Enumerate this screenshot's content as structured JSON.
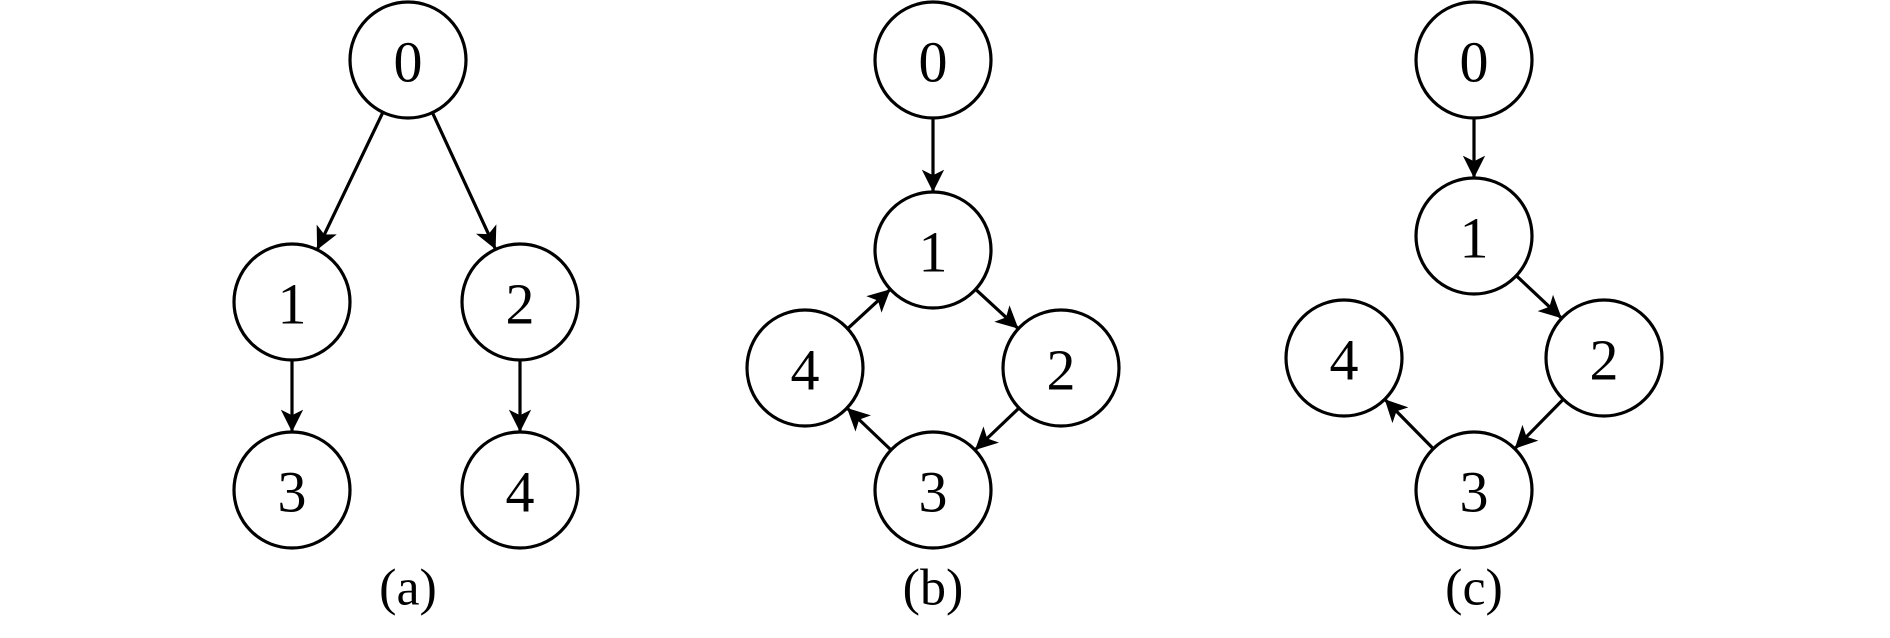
{
  "colors": {
    "stroke": "#000000",
    "fill": "#ffffff",
    "background": "#ffffff"
  },
  "panels": [
    {
      "id": "a",
      "caption": "(a)",
      "nodes": [
        {
          "id": "0",
          "label": "0"
        },
        {
          "id": "1",
          "label": "1"
        },
        {
          "id": "2",
          "label": "2"
        },
        {
          "id": "3",
          "label": "3"
        },
        {
          "id": "4",
          "label": "4"
        }
      ],
      "edges": [
        {
          "from": "0",
          "to": "1"
        },
        {
          "from": "0",
          "to": "2"
        },
        {
          "from": "1",
          "to": "3"
        },
        {
          "from": "2",
          "to": "4"
        }
      ]
    },
    {
      "id": "b",
      "caption": "(b)",
      "nodes": [
        {
          "id": "0",
          "label": "0"
        },
        {
          "id": "1",
          "label": "1"
        },
        {
          "id": "2",
          "label": "2"
        },
        {
          "id": "3",
          "label": "3"
        },
        {
          "id": "4",
          "label": "4"
        }
      ],
      "edges": [
        {
          "from": "0",
          "to": "1"
        },
        {
          "from": "1",
          "to": "2"
        },
        {
          "from": "2",
          "to": "3"
        },
        {
          "from": "3",
          "to": "4"
        },
        {
          "from": "4",
          "to": "1"
        }
      ]
    },
    {
      "id": "c",
      "caption": "(c)",
      "nodes": [
        {
          "id": "0",
          "label": "0"
        },
        {
          "id": "1",
          "label": "1"
        },
        {
          "id": "2",
          "label": "2"
        },
        {
          "id": "3",
          "label": "3"
        },
        {
          "id": "4",
          "label": "4"
        }
      ],
      "edges": [
        {
          "from": "0",
          "to": "1"
        },
        {
          "from": "1",
          "to": "2"
        },
        {
          "from": "2",
          "to": "3"
        },
        {
          "from": "3",
          "to": "4"
        }
      ]
    }
  ]
}
